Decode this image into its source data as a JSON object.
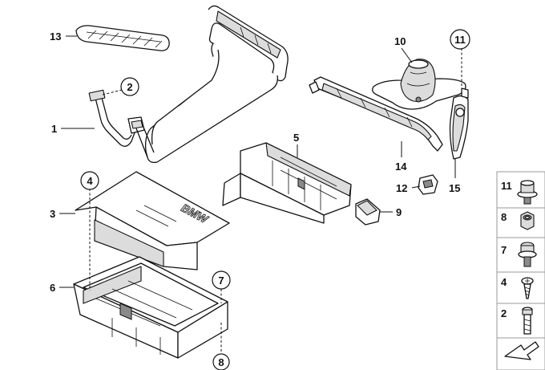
{
  "diagram": {
    "callouts": {
      "c1": "1",
      "c2": "2",
      "c3": "3",
      "c4": "4",
      "c5": "5",
      "c6": "6",
      "c7": "7",
      "c8": "8",
      "c9": "9",
      "c10": "10",
      "c11": "11",
      "c12": "12",
      "c13": "13",
      "c14": "14",
      "c15": "15"
    },
    "legend": {
      "items": [
        {
          "label": "11",
          "icon": "flange-bolt-icon"
        },
        {
          "label": "8",
          "icon": "hex-nut-icon"
        },
        {
          "label": "7",
          "icon": "collar-bolt-icon"
        },
        {
          "label": "4",
          "icon": "screw-icon"
        },
        {
          "label": "2",
          "icon": "hex-socket-bolt-icon"
        }
      ]
    },
    "tray_lettering": "BMW"
  }
}
